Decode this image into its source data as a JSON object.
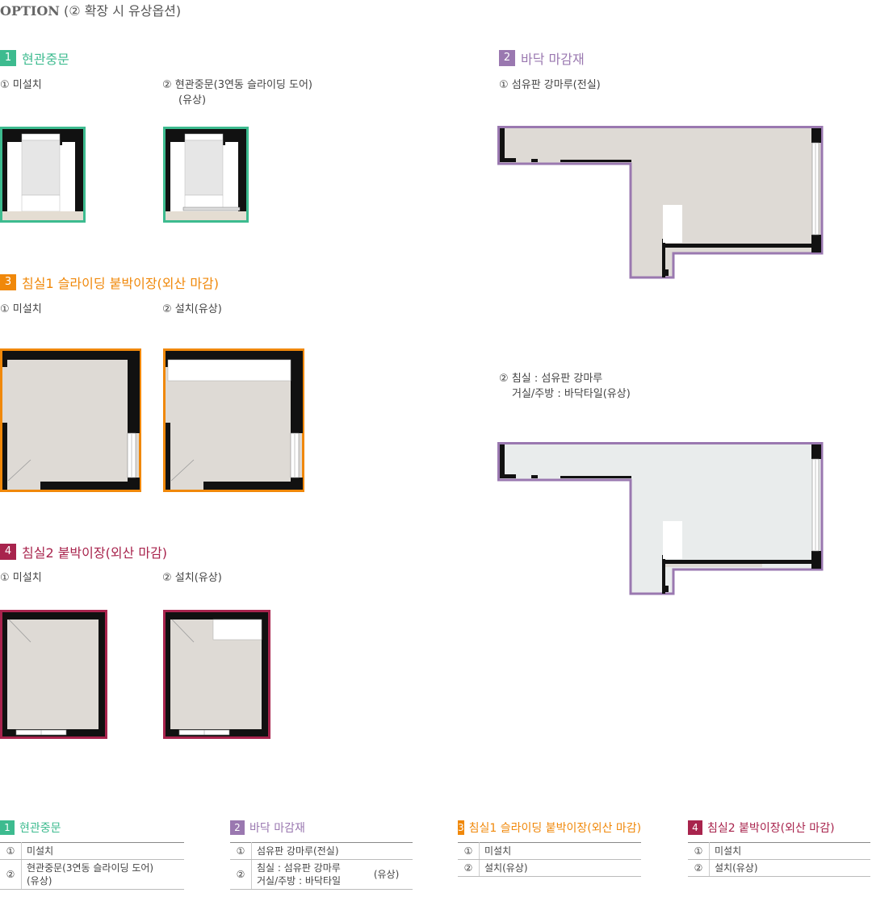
{
  "page_title": {
    "brand": "OPTION",
    "note": "(② 확장 시 유상옵션)"
  },
  "colors": {
    "entrance": "#3dbb8f",
    "floor": "#9a78b0",
    "bedroom1": "#f0880a",
    "bedroom2": "#a8244d",
    "wall": "#111111",
    "floor_fill": "#dedad5",
    "light_fill": "#e9ecec"
  },
  "sections": {
    "entrance": {
      "number": "1",
      "title": "현관중문",
      "opt1": "① 미설치",
      "opt2_line1": "② 현관중문(3연동 슬라이딩 도어)",
      "opt2_line2": "(유상)"
    },
    "floor": {
      "number": "2",
      "title": "바닥 마감재",
      "opt1": "① 섬유판 강마루(전실)",
      "opt2_line1": "② 침실 : 섬유판 강마루",
      "opt2_line2": "거실/주방 : 바닥타일(유상)"
    },
    "bedroom1": {
      "number": "3",
      "title": "침실1 슬라이딩 붙박이장(외산 마감)",
      "opt1": "① 미설치",
      "opt2": "② 설치(유상)"
    },
    "bedroom2": {
      "number": "4",
      "title": "침실2 붙박이장(외산 마감)",
      "opt1": "① 미설치",
      "opt2": "② 설치(유상)"
    }
  },
  "summary": {
    "entrance": {
      "number": "1",
      "title": "현관중문",
      "rows": [
        {
          "n": "①",
          "text": "미설치"
        },
        {
          "n": "②",
          "text": "현관중문(3연동 슬라이딩 도어)",
          "text2": "(유상)"
        }
      ]
    },
    "floor": {
      "number": "2",
      "title": "바닥 마감재",
      "rows": [
        {
          "n": "①",
          "text": "섬유판 강마루(전실)"
        },
        {
          "n": "②",
          "text": "침실 : 섬유판 강마루",
          "text2": "거실/주방 : 바닥타일",
          "suffix": "(유상)"
        }
      ]
    },
    "bedroom1": {
      "number": "3",
      "title": "침실1 슬라이딩 붙박이장(외산 마감)",
      "rows": [
        {
          "n": "①",
          "text": "미설치"
        },
        {
          "n": "②",
          "text": "설치(유상)"
        }
      ]
    },
    "bedroom2": {
      "number": "4",
      "title": "침실2 붙박이장(외산 마감)",
      "rows": [
        {
          "n": "①",
          "text": "미설치"
        },
        {
          "n": "②",
          "text": "설치(유상)"
        }
      ]
    }
  }
}
